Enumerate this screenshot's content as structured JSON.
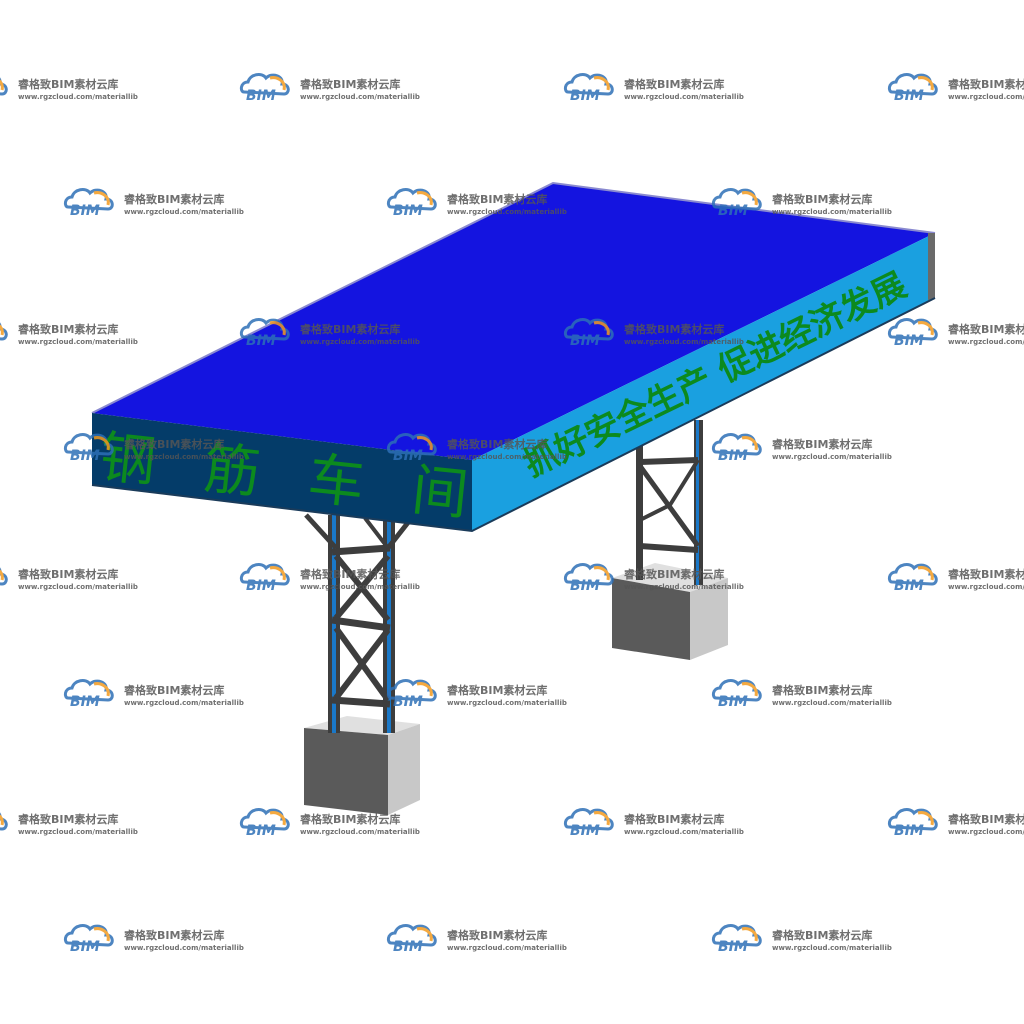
{
  "shed": {
    "front_sign": "钢 筋 车 间",
    "side_sign": "抓好安全生产 促进经济发展",
    "colors": {
      "roof_top": "#1414e0",
      "front_face": "#043c69",
      "side_face": "#1aa0e0",
      "sign_text": "#0c8a1e",
      "steel": "#3d3d3d",
      "steel_blue": "#1a78c8",
      "concrete_front": "#5a5a5a",
      "concrete_side": "#c8c8c8",
      "concrete_top": "#e0e0e0"
    }
  },
  "watermark": {
    "logo_text": "BIM",
    "title": "睿格致BIM素材云库",
    "url": "www.rgzcloud.com/materiallib",
    "colors": {
      "cloud": "#2d6fb6",
      "cloud_accent": "#f39a1e",
      "text": "#555555"
    }
  }
}
